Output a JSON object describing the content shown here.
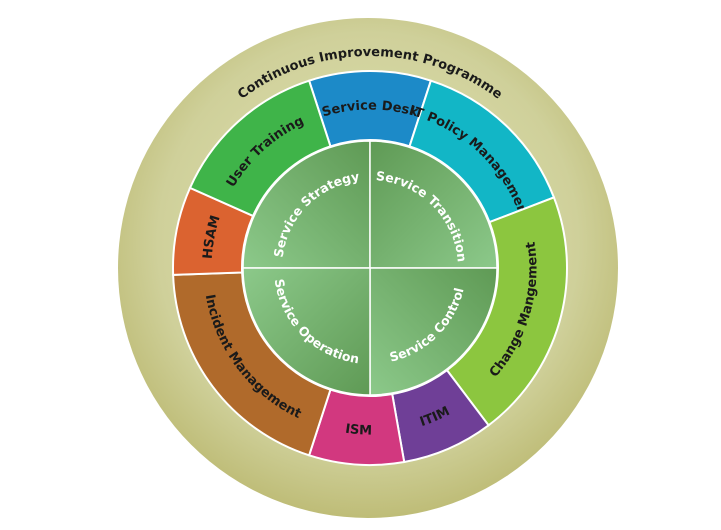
{
  "outer_ring": {
    "label": "Continuous Improvement Programme",
    "color": "#c9c98e"
  },
  "segments": [
    {
      "label": "Service Desk",
      "color": "#1c8ac8"
    },
    {
      "label": "IT Policy Management",
      "color": "#12b6c6"
    },
    {
      "label": "Change Mangement",
      "color": "#8cc63f"
    },
    {
      "label": "ITIM",
      "color": "#6f3f97"
    },
    {
      "label": "ISM",
      "color": "#d2387f"
    },
    {
      "label": "Incident Management",
      "color": "#b06a2b"
    },
    {
      "label": "HSAM",
      "color": "#db6330"
    },
    {
      "label": "User Training",
      "color": "#3fb449"
    }
  ],
  "quadrants": [
    {
      "label": "Service Strategy"
    },
    {
      "label": "Service Transition"
    },
    {
      "label": "Service Control"
    },
    {
      "label": "Service Operation"
    }
  ],
  "quadrant_color": "#6ea55f"
}
